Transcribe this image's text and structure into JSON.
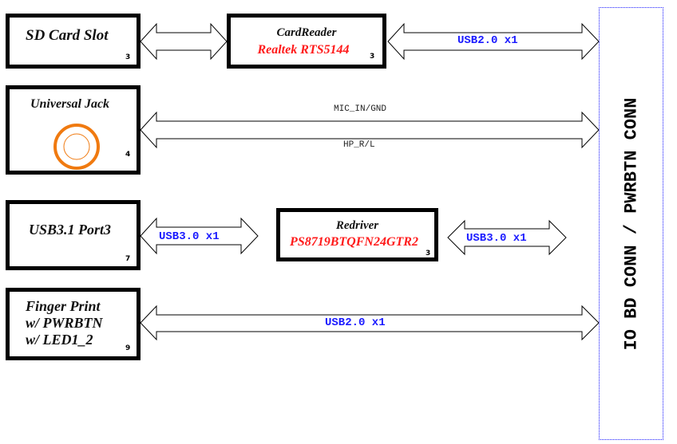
{
  "blocks": {
    "sd_card": {
      "title": "SD Card Slot",
      "page": "3"
    },
    "card_reader": {
      "title": "CardReader",
      "part": "Realtek RTS5144",
      "page": "3"
    },
    "universal_jack": {
      "title": "Universal Jack",
      "page": "4"
    },
    "usb_port": {
      "title": "USB3.1 Port3",
      "page": "7"
    },
    "redriver": {
      "title": "Redriver",
      "part": "PS8719BTQFN24GTR2",
      "page": "3"
    },
    "fingerprint": {
      "line1": "Finger Print",
      "line2": "w/ PWRBTN",
      "line3": "w/ LED1_2",
      "page": "9"
    }
  },
  "signals": {
    "cardreader_to_conn": "USB2.0 x1",
    "jack_top": "MIC_IN/GND",
    "jack_bottom": "HP_R/L",
    "usb_port_to_redriver": "USB3.0 x1",
    "redriver_to_conn": "USB3.0 x1",
    "fingerprint_to_conn": "USB2.0 x1"
  },
  "connector": {
    "label": "IO BD CONN / PWRBTN CONN"
  },
  "colors": {
    "part_number": "#ff1a1a",
    "signal_label": "#1a1aff",
    "jack_ring": "#f07a10",
    "connector_border": "#1a1aff"
  }
}
